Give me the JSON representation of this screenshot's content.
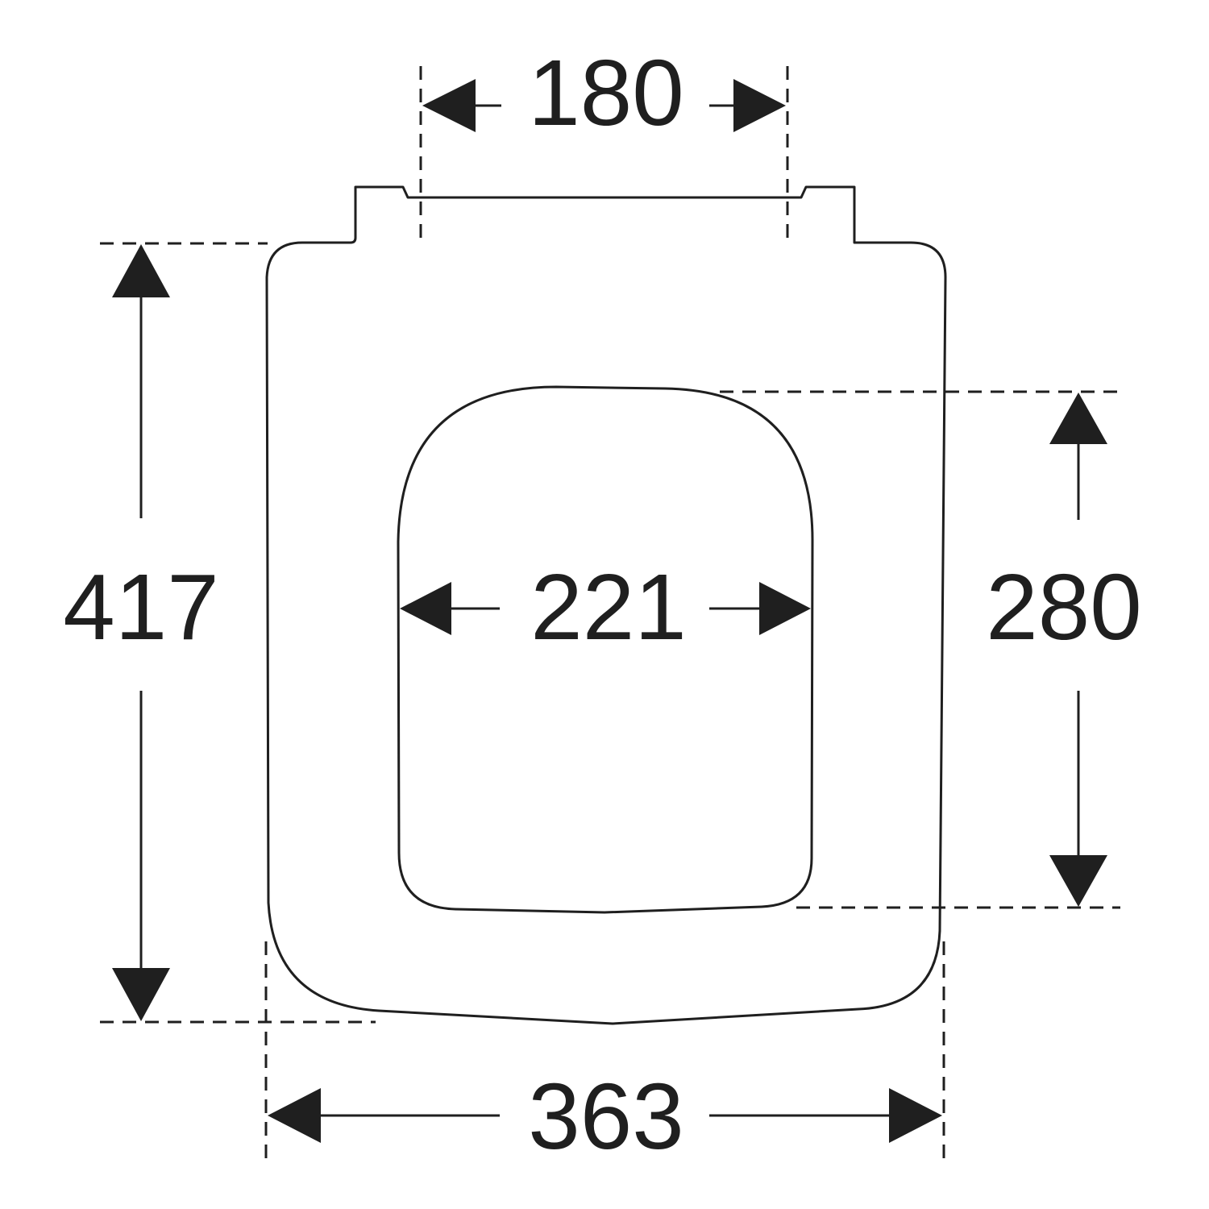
{
  "dimensions": {
    "hinge_spacing": "180",
    "overall_length": "417",
    "opening_width": "221",
    "opening_length": "280",
    "overall_width": "363"
  },
  "colors": {
    "line": "#1f1f1f",
    "background": "#ffffff"
  }
}
